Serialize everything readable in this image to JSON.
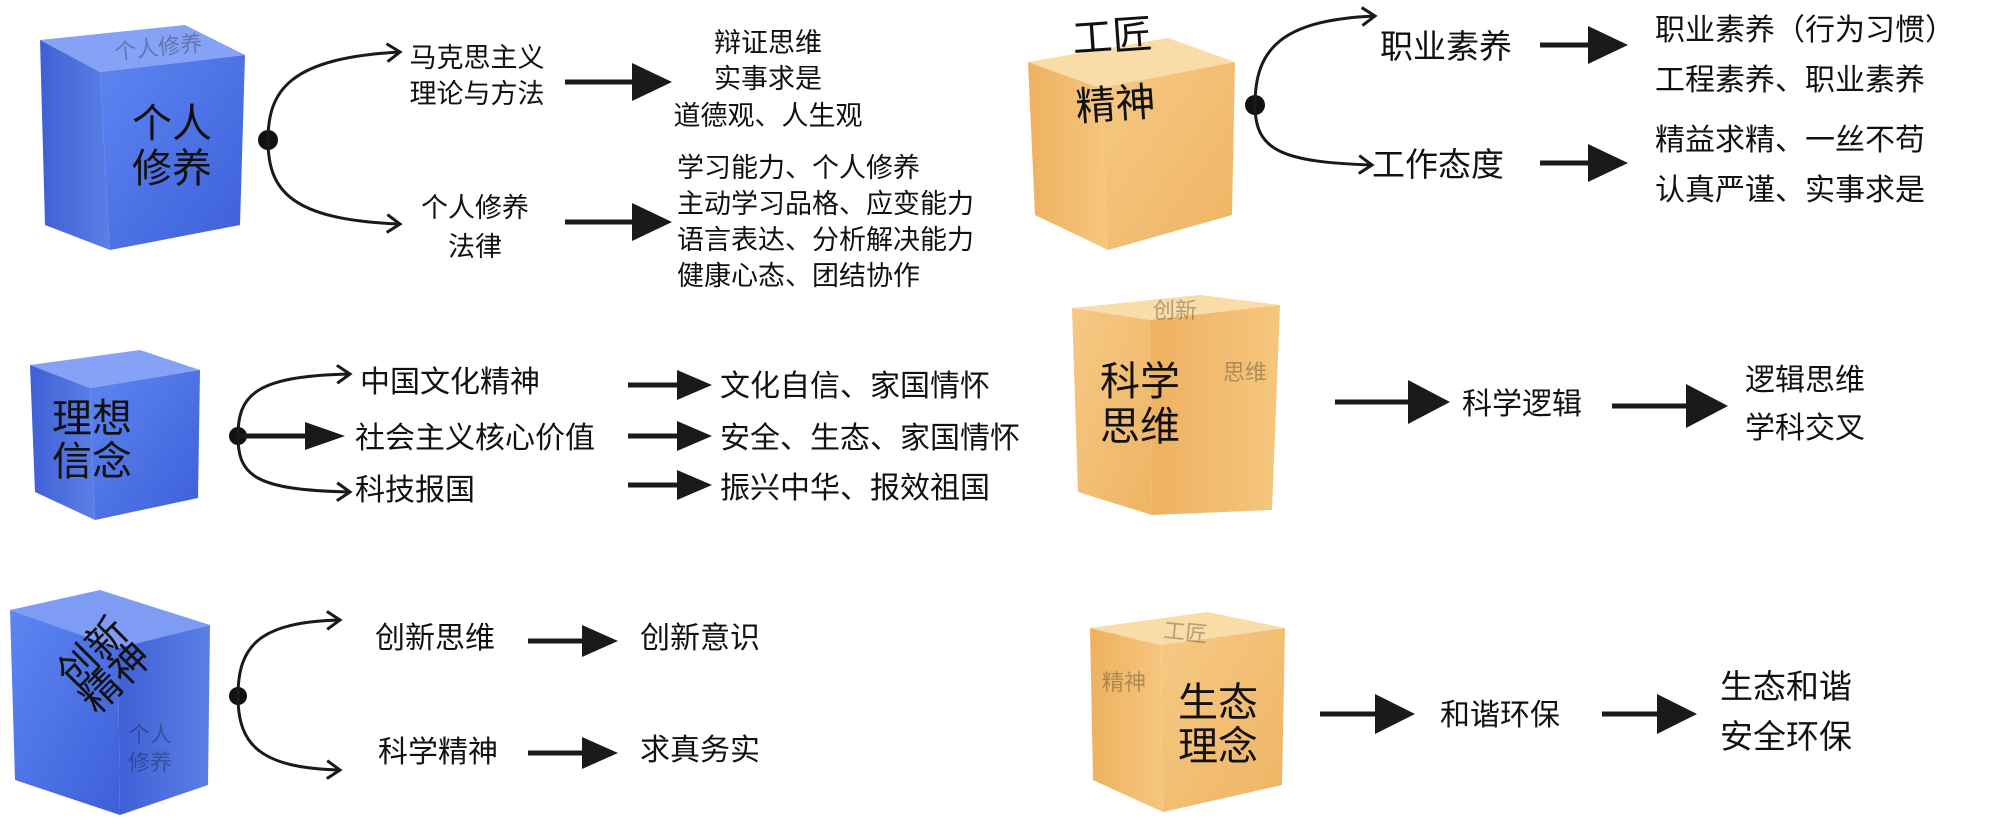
{
  "palette": {
    "blue_front": "#4a73ea",
    "blue_top": "#7f9cf5",
    "blue_side": "#3655c9",
    "orange_front": "#f3bf72",
    "orange_top": "#f8d9a2",
    "orange_side": "#e9ab5c",
    "line": "#1a1a1a"
  },
  "icons": {
    "connector": "curved-branch-arrow",
    "flow": "solid-right-arrow",
    "origin": "black-dot"
  },
  "modules": {
    "personal": {
      "cube": [
        "个人",
        "修养"
      ],
      "ghost": [
        "个人修养"
      ],
      "branch1": {
        "label": [
          "马克思主义",
          "理论与方法"
        ],
        "result": [
          "辩证思维",
          "实事求是",
          "道德观、人生观"
        ]
      },
      "branch2": {
        "label": [
          "个人修养",
          "法律"
        ],
        "result": [
          "学习能力、个人修养",
          "主动学习品格、应变能力",
          "语言表达、分析解决能力",
          "健康心态、团结协作"
        ]
      }
    },
    "craftsman": {
      "cube": [
        "工匠",
        "精神"
      ],
      "branch1": {
        "label": "职业素养",
        "result": [
          "职业素养（行为习惯）",
          "工程素养、职业素养"
        ]
      },
      "branch2": {
        "label": "工作态度",
        "result": [
          "精益求精、一丝不苟",
          "认真严谨、实事求是"
        ]
      }
    },
    "ideal": {
      "cube": [
        "理想",
        "信念"
      ],
      "branches": [
        {
          "label": "中国文化精神",
          "result": "文化自信、家国情怀"
        },
        {
          "label": "社会主义核心价值",
          "result": "安全、生态、家国情怀"
        },
        {
          "label": "科技报国",
          "result": "振兴中华、报效祖国"
        }
      ]
    },
    "science": {
      "cube": [
        "科学",
        "思维"
      ],
      "ghost": [
        "创新",
        "思维"
      ],
      "step": "科学逻辑",
      "result": [
        "逻辑思维",
        "学科交叉"
      ]
    },
    "innovation": {
      "cube": [
        "创新",
        "精神"
      ],
      "ghost": [
        "个人",
        "修养"
      ],
      "branch1": {
        "label": "创新思维",
        "result": "创新意识"
      },
      "branch2": {
        "label": "科学精神",
        "result": "求真务实"
      }
    },
    "ecology": {
      "cube": [
        "生态",
        "理念"
      ],
      "ghost": [
        "工匠",
        "精神"
      ],
      "step": "和谐环保",
      "result": [
        "生态和谐",
        "安全环保"
      ]
    }
  }
}
